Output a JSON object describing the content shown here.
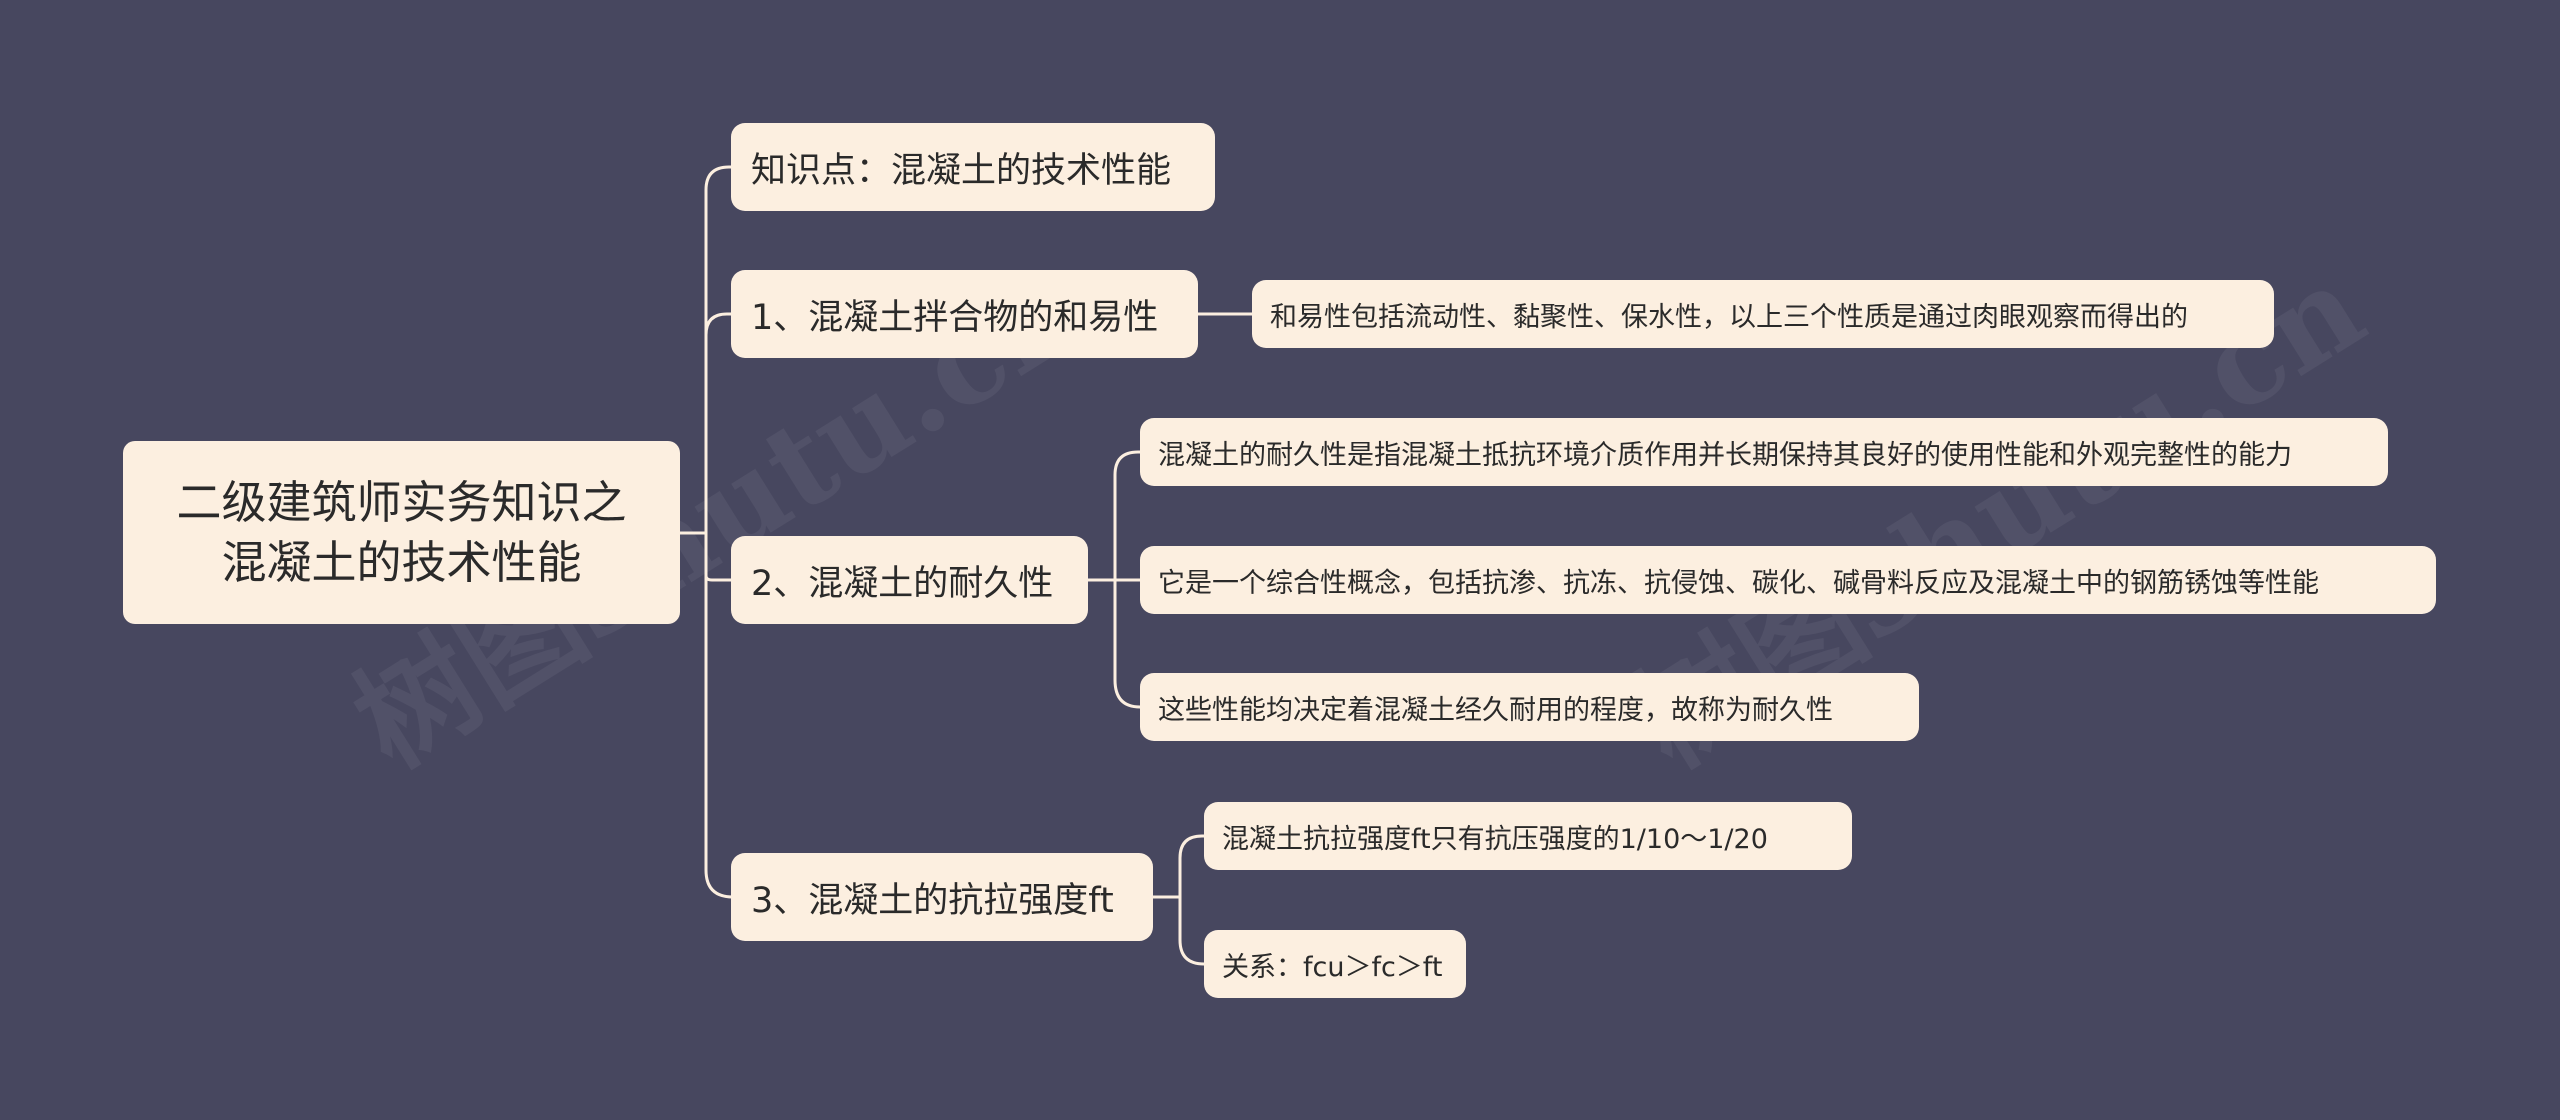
{
  "root": {
    "line1": "二级建筑师实务知识之",
    "line2": "混凝土的技术性能"
  },
  "branches": [
    {
      "label": "知识点：混凝土的技术性能",
      "children": []
    },
    {
      "label": "1、混凝土拌合物的和易性",
      "children": [
        "和易性包括流动性、黏聚性、保水性，以上三个性质是通过肉眼观察而得出的"
      ]
    },
    {
      "label": "2、混凝土的耐久性",
      "children": [
        "混凝土的耐久性是指混凝土抵抗环境介质作用并长期保持其良好的使用性能和外观完整性的能力",
        "它是一个综合性概念，包括抗渗、抗冻、抗侵蚀、碳化、碱骨料反应及混凝土中的钢筋锈蚀等性能",
        "这些性能均决定着混凝土经久耐用的程度，故称为耐久性"
      ]
    },
    {
      "label": "3、混凝土的抗拉强度ft",
      "children": [
        "混凝土抗拉强度ft只有抗压强度的1/10～1/20",
        "关系：fcu＞fc＞ft"
      ]
    }
  ],
  "watermark": "树图shutu.cn",
  "colors": {
    "background": "#47475f",
    "node_fill": "#fcefe0",
    "connector": "#fcefe0"
  }
}
